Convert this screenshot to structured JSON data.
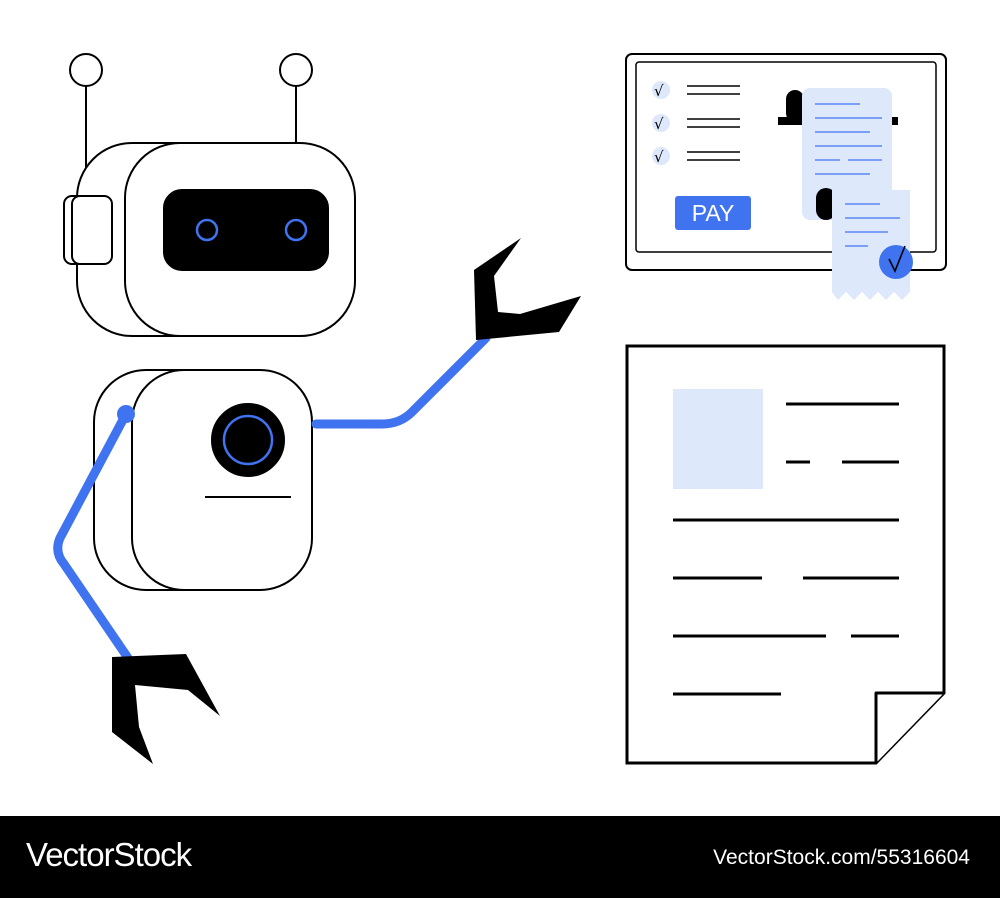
{
  "pay_button": {
    "label": "PAY"
  },
  "footer": {
    "brand": "VectorStock",
    "stock_id": "VectorStock.com/55316604"
  },
  "checklist": {
    "mark": "√",
    "count": 3
  },
  "colors": {
    "accent": "#3f73f0",
    "light_blue": "#dde8fb",
    "ink": "#000000",
    "paper": "#ffffff"
  },
  "icons": [
    "robot-icon",
    "payment-screen-icon",
    "receipt-icon",
    "document-icon",
    "claw-icon"
  ]
}
